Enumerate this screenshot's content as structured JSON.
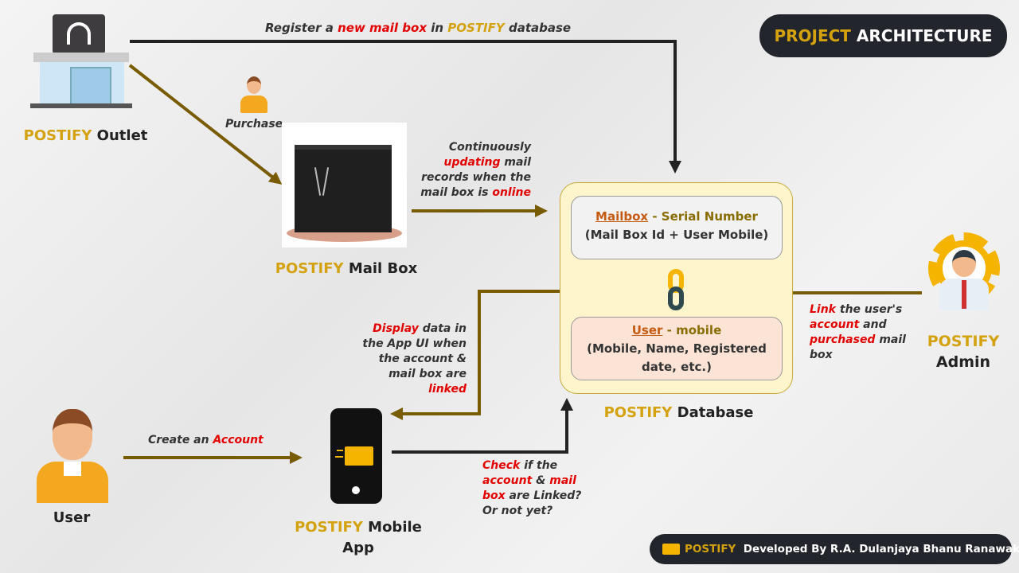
{
  "title": {
    "accent": "PROJECT",
    "rest": "ARCHITECTURE"
  },
  "nodes": {
    "outlet": {
      "brand": "POSTIFY",
      "name": "Outlet"
    },
    "mailbox": {
      "brand": "POSTIFY",
      "name": "Mail Box"
    },
    "database": {
      "brand": "POSTIFY",
      "name": "Database"
    },
    "admin": {
      "brand": "POSTIFY",
      "name": "Admin"
    },
    "user": {
      "name": "User"
    },
    "app": {
      "brand": "POSTIFY",
      "name": "Mobile",
      "name2": "App"
    }
  },
  "db_cards": {
    "mailbox": {
      "key": "Mailbox",
      "sep": " - Serial Number",
      "detail": "(Mail Box Id + User Mobile)"
    },
    "user": {
      "key": "User",
      "sep": " - mobile",
      "detail": "(Mobile, Name, Registered date, etc.)"
    }
  },
  "notes": {
    "register": {
      "a": "Register a ",
      "b": "new mail box",
      "c": " in ",
      "d": "POSTIFY",
      "e": " database"
    },
    "purchase": "Purchase",
    "updating": {
      "a": "Continuously",
      "b": "updating",
      "c": " mail",
      "d": "records when the",
      "e": "mail box is ",
      "f": "online"
    },
    "link": {
      "a": "Link",
      "b": " the user's",
      "c": "account",
      "d": " and",
      "e": "purchased",
      "f": " mail",
      "g": "box"
    },
    "display": {
      "a": "Display",
      "b": "  data in",
      "c": "the App UI when",
      "d": "the  account &",
      "e": "mail box  are",
      "f": "linked"
    },
    "create": {
      "a": "Create an ",
      "b": "Account"
    },
    "check": {
      "a": "Check",
      "b": " if the",
      "c": "account",
      "d": " & ",
      "e": "mail",
      "f": "box",
      "g": " are Linked?",
      "h": "Or not yet?"
    }
  },
  "footer": {
    "brand": "POSTIFY",
    "text": "Developed By R.A. Dulanjaya Bhanu Ranawaka"
  },
  "colors": {
    "arrow": "#7a5c00",
    "gold": "#d4a20e",
    "red": "#e30000"
  }
}
